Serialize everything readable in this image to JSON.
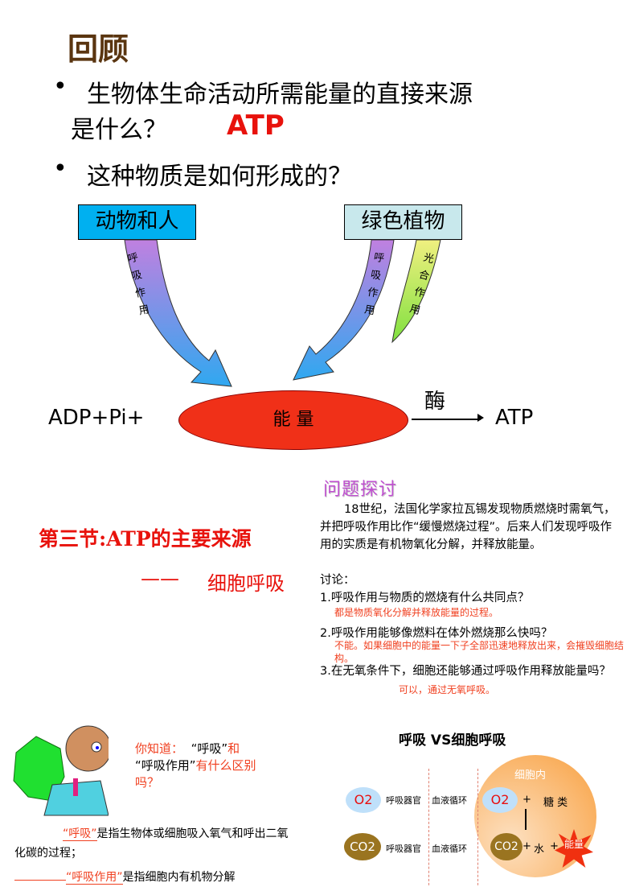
{
  "slide1": {
    "title": "回顾",
    "q1_line1": "生物体生命活动所需能量的直接来源",
    "q1_line2": "是什么？",
    "q1_answer": "ATP",
    "q2": "这种物质是如何形成的？",
    "box_animals": "动物和人",
    "box_plants": "绿色植物",
    "arrow_resp_left": "呼吸作用",
    "arrow_resp_right": "呼吸作用",
    "arrow_photo": "光合作用",
    "equation_left": "ADP+Pi+",
    "energy": "能 量",
    "enzyme": "酶",
    "equation_right": "ATP"
  },
  "slide2": {
    "heading": "第三节:ATP的主要来源",
    "dash": "——",
    "subheading": "细胞呼吸"
  },
  "slide3": {
    "title": "问题探讨",
    "intro": "18世纪，法国化学家拉瓦锡发现物质燃烧时需氧气，并把呼吸作用比作“缓慢燃烧过程”。后来人们发现呼吸作用的实质是有机物氧化分解，并释放能量。",
    "discuss": "讨论：",
    "questions": [
      {
        "q": "1.呼吸作用与物质的燃烧有什么共同点？",
        "a": "都是物质氧化分解并释放能量的过程。"
      },
      {
        "q": "2.呼吸作用能够像燃料在体外燃烧那么快吗？",
        "a": "不能。如果细胞中的能量一下子全部迅速地释放出来，会摧毁细胞结构。"
      },
      {
        "q": "3.在无氧条件下，细胞还能够通过呼吸作用释放能量吗？",
        "a": "可以，通过无氧呼吸。"
      }
    ]
  },
  "slide4": {
    "prompt_part1": "你知道：",
    "prompt_term1": "“呼吸”",
    "prompt_and": "和",
    "prompt_term2": "“呼吸作用”",
    "prompt_part2": "有什么区别吗？",
    "def1_term": "“呼吸”",
    "def1_text": "是指生物体或细胞吸入氧气和呼出二氧化碳的过程；",
    "def2_term": "“呼吸作用”",
    "def2_text": "是指细胞内有机物分解"
  },
  "slide5": {
    "title": "呼吸 VS细胞呼吸",
    "cell_label": "细胞内",
    "o2": "O2",
    "co2": "CO2",
    "organ": "呼吸器官",
    "blood": "血液循环",
    "plus": "+",
    "sugar": "糖 类",
    "water": "水",
    "energy": "能量"
  },
  "colors": {
    "red": "#e8120c",
    "box_blue": "#00b0f0",
    "box_teal": "#c8e8ec",
    "ellipse": "#f03018",
    "cell": "#f8a040"
  }
}
